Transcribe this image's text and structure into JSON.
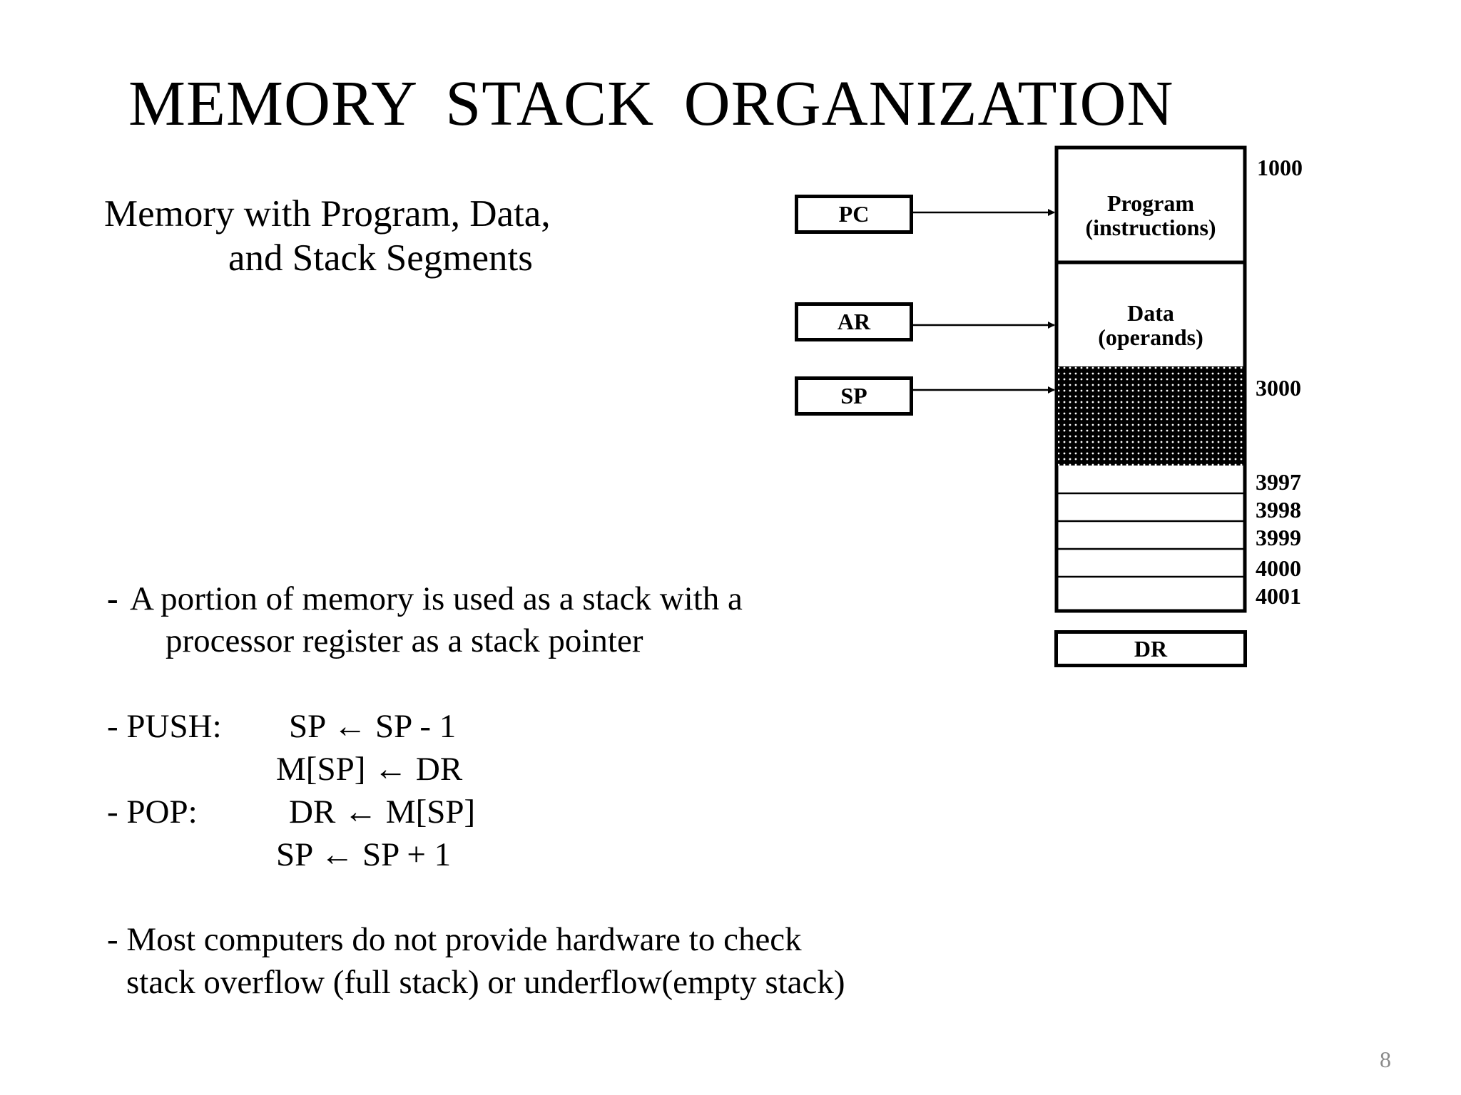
{
  "slide": {
    "title": "MEMORY STACK ORGANIZATION",
    "subtitle_line1": "Memory with Program, Data,",
    "subtitle_line2": "and Stack Segments",
    "bullet1_line1": "A portion of memory is used as a stack with a",
    "bullet1_dash": "-",
    "bullet1_line2": "processor register as a stack pointer",
    "push": {
      "label": "- PUSH:",
      "op1": "SP ← SP - 1",
      "op2": "M[SP] ← DR"
    },
    "pop": {
      "label": "- POP:",
      "op1": "DR ← M[SP]",
      "op2": "SP ← SP + 1"
    },
    "bullet3_line1": "- Most computers do not provide hardware to check",
    "bullet3_line2": "stack overflow (full stack) or underflow(empty stack)",
    "page_number": "8"
  },
  "diagram": {
    "registers": {
      "pc": "PC",
      "ar": "AR",
      "sp": "SP",
      "dr": "DR"
    },
    "segments": {
      "program_line1": "Program",
      "program_line2": "(instructions)",
      "data_line1": "Data",
      "data_line2": "(operands)"
    },
    "addresses": {
      "a1000": "1000",
      "a3000": "3000",
      "a3997": "3997",
      "a3998": "3998",
      "a3999": "3999",
      "a4000": "4000",
      "a4001": "4001"
    }
  }
}
